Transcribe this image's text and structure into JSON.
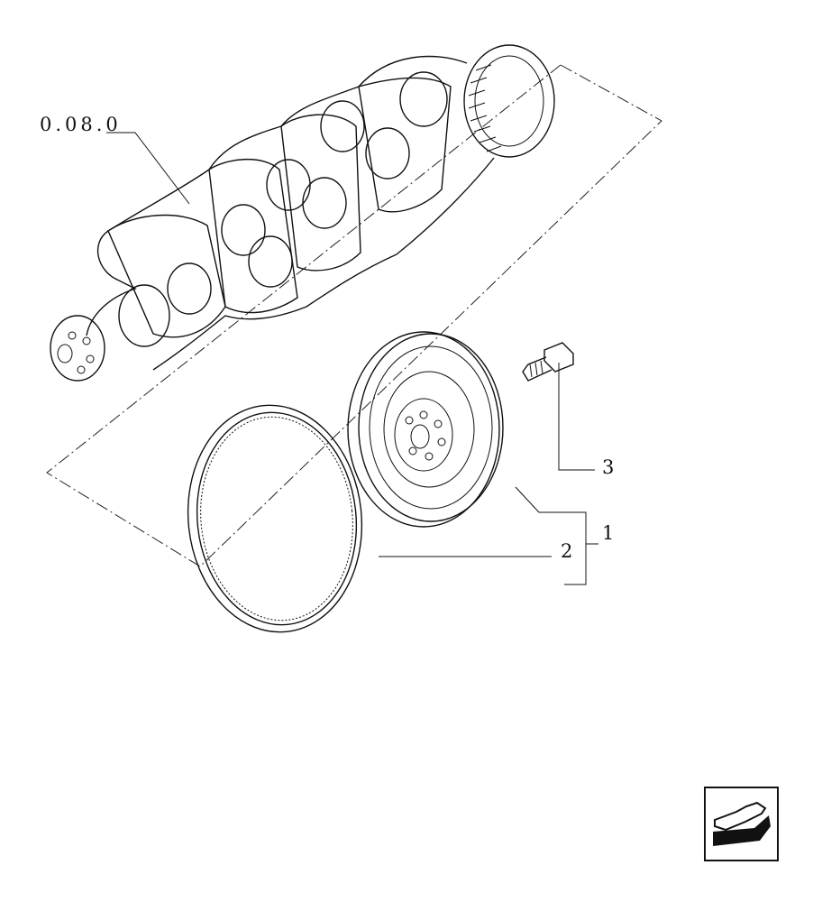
{
  "diagram": {
    "reference_label": "0.08.0",
    "callouts": [
      {
        "id": "1",
        "text": "1"
      },
      {
        "id": "2",
        "text": "2"
      },
      {
        "id": "3",
        "text": "3"
      }
    ],
    "parts": {
      "crankshaft": "crankshaft",
      "flywheel": "flywheel",
      "ring_gear": "ring-gear",
      "bolt": "bolt"
    }
  },
  "navigation": {
    "icon": "back-arrow-icon"
  }
}
